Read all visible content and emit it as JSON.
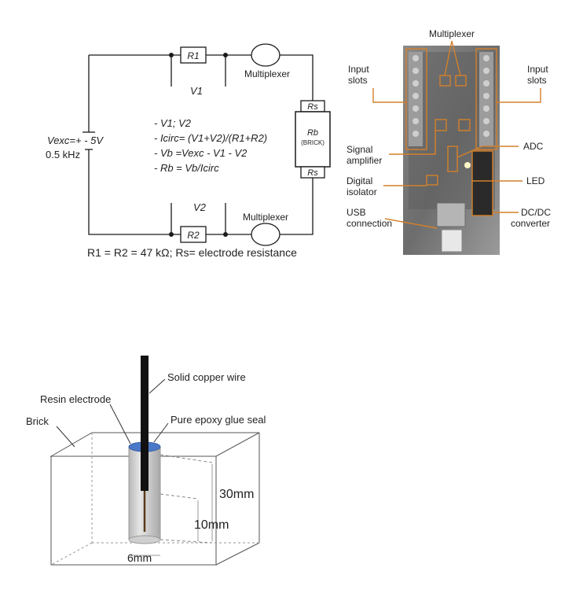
{
  "circuit": {
    "r1_label": "R1",
    "r2_label": "R2",
    "v1_label": "V1",
    "v2_label": "V2",
    "mux_top": "Multiplexer",
    "mux_bottom": "Multiplexer",
    "rs_top": "Rs",
    "rs_bottom": "Rs",
    "rb_label": "Rb",
    "rb_sub": "(BRICK)",
    "vexc_line1": "Vexc=+ - 5V",
    "vexc_line2": "0.5 kHz",
    "equations": [
      "- V1; V2",
      "- Icirc= (V1+V2)/(R1+R2)",
      "- Vb =Vexc - V1 - V2",
      "- Rb = Vb/Icirc"
    ],
    "caption": "R1 = R2 = 47 kΩ; Rs= electrode resistance"
  },
  "pcb": {
    "labels": {
      "multiplexer": "Multiplexer",
      "input_slots_left_1": "Input",
      "input_slots_left_2": "slots",
      "input_slots_right_1": "Input",
      "input_slots_right_2": "slots",
      "signal_amp_1": "Signal",
      "signal_amp_2": "amplifier",
      "adc": "ADC",
      "digital_iso_1": "Digital",
      "digital_iso_2": "isolator",
      "led": "LED",
      "usb_1": "USB",
      "usb_2": "connection",
      "dcdc_1": "DC/DC",
      "dcdc_2": "converter"
    },
    "accent": "#d4802a"
  },
  "electrode": {
    "labels": {
      "copper_wire": "Solid copper wire",
      "resin_electrode": "Resin electrode",
      "brick": "Brick",
      "epoxy_seal": "Pure epoxy glue seal",
      "dim_30": "30mm",
      "dim_10": "10mm",
      "dim_6": "6mm"
    },
    "seal_color": "#4a78c8"
  }
}
